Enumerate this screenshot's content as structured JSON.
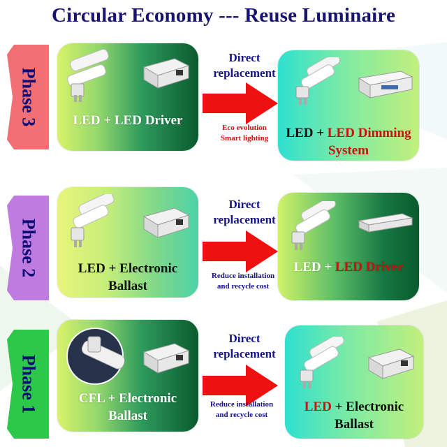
{
  "title": "Circular Economy --- Reuse Luminaire",
  "colors": {
    "title": "#17136e",
    "arrow": "#ee1111",
    "phase3_tag": "#f26f73",
    "phase2_tag": "#c07be0",
    "phase1_tag": "#2cc84a",
    "highlight_red": "#cc1010"
  },
  "phases": [
    {
      "tag": "Phase 3",
      "left_caption": "LED + LED Driver",
      "middle_top": "Direct replacement",
      "middle_note_line1": "Eco evolution",
      "middle_note_line2": "Smart lighting",
      "right_prefix": "LED + ",
      "right_highlight_line1": "LED Dimming",
      "right_highlight_line2": "System",
      "left_icons": [
        "led-bulb-icon",
        "led-driver-box-icon"
      ],
      "right_icons": [
        "led-bulb-icon",
        "dimming-driver-icon"
      ]
    },
    {
      "tag": "Phase 2",
      "left_caption_line1": "LED + Electronic",
      "left_caption_line2": "Ballast",
      "middle_top": "Direct replacement",
      "middle_note_line1": "Reduce installation",
      "middle_note_line2": "and recycle cost",
      "right_prefix": "LED + ",
      "right_highlight": "LED Driver",
      "left_icons": [
        "led-bulb-icon",
        "electronic-ballast-icon"
      ],
      "right_icons": [
        "led-bulb-icon",
        "slim-led-driver-icon"
      ]
    },
    {
      "tag": "Phase 1",
      "left_caption_line1": "CFL + Electronic",
      "left_caption_line2": "Ballast",
      "middle_top": "Direct replacement",
      "middle_note_line1": "Reduce installation",
      "middle_note_line2": "and recycle cost",
      "right_highlight": "LED",
      "right_suffix": " + Electronic",
      "right_line2": "Ballast",
      "left_icons": [
        "cfl-bulb-icon",
        "electronic-ballast-icon"
      ],
      "right_icons": [
        "led-bulb-icon",
        "electronic-ballast-icon"
      ]
    }
  ]
}
